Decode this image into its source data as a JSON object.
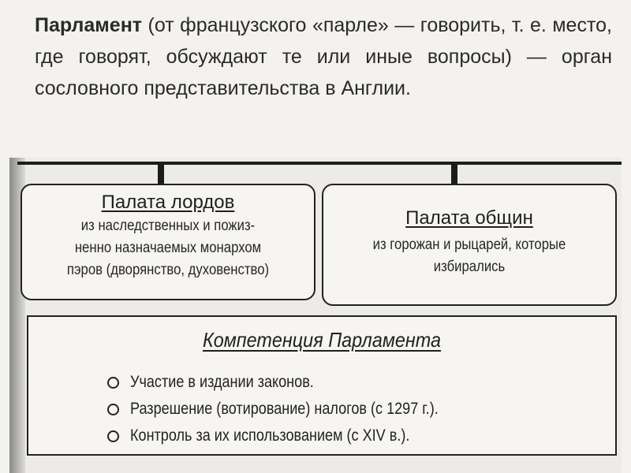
{
  "definition": {
    "term": "Парламент",
    "rest": " (от французского «парле» — говорить, т. е. место, где говорят, обсуждают те или иные вопросы) — орган сословного представительства в Англии."
  },
  "diagram": {
    "lords": {
      "title": "Палата лордов",
      "lines": [
        "из наследственных и пожиз-",
        "ненно назначаемых монархом",
        "пэров (дворянство, духовенство)"
      ]
    },
    "commons": {
      "title": "Палата общин",
      "lines": [
        "из горожан и рыцарей, которые",
        "избирались"
      ]
    },
    "competence": {
      "title": "Компетенция Парламента",
      "items": [
        "Участие в издании законов.",
        "Разрешение (вотирование) налогов (с 1297 г.).",
        "Контроль за их использованием (с XIV в.)."
      ]
    }
  }
}
